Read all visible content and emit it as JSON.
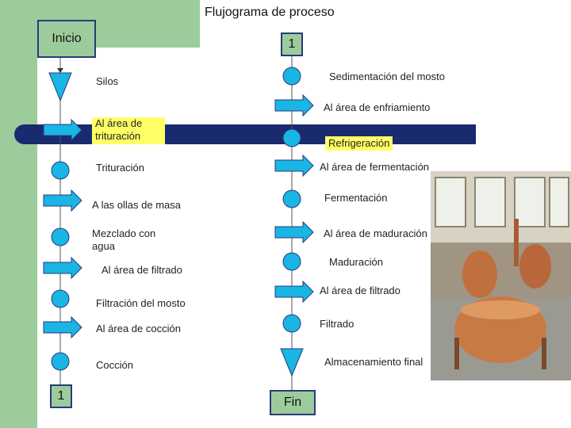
{
  "title": "Flujograma de proceso",
  "start_label": "Inicio",
  "end_label": "Fin",
  "connector_left": "1",
  "connector_right": "1",
  "left_steps": [
    {
      "id": "silos",
      "label": "Silos",
      "shape": "inverted-triangle"
    },
    {
      "id": "a-trituracion",
      "label": "Al área de trituración",
      "shape": "arrow"
    },
    {
      "id": "trituracion",
      "label": "Trituración",
      "shape": "circle"
    },
    {
      "id": "a-ollas",
      "label": "A las ollas de masa",
      "shape": "arrow"
    },
    {
      "id": "mezclado",
      "label": "Mezclado con agua",
      "shape": "circle"
    },
    {
      "id": "a-filtrado",
      "label": "Al área de filtrado",
      "shape": "arrow"
    },
    {
      "id": "filtracion",
      "label": "Filtración del mosto",
      "shape": "circle"
    },
    {
      "id": "a-coccion",
      "label": "Al área de cocción",
      "shape": "arrow"
    },
    {
      "id": "coccion",
      "label": "Cocción",
      "shape": "circle"
    }
  ],
  "right_steps": [
    {
      "id": "sedimentacion",
      "label": "Sedimentación del mosto",
      "shape": "circle"
    },
    {
      "id": "a-enfriamiento",
      "label": "Al área de enfriamiento",
      "shape": "arrow"
    },
    {
      "id": "refrigeracion",
      "label": "Refrigeración",
      "shape": "circle"
    },
    {
      "id": "a-fermentacion",
      "label": "Al área de fermentación",
      "shape": "arrow"
    },
    {
      "id": "fermentacion",
      "label": "Fermentación",
      "shape": "circle"
    },
    {
      "id": "a-maduracion",
      "label": "Al área de maduración",
      "shape": "arrow"
    },
    {
      "id": "maduracion",
      "label": "Maduración",
      "shape": "circle"
    },
    {
      "id": "a-filtrado-2",
      "label": "Al área de filtrado",
      "shape": "arrow"
    },
    {
      "id": "filtrado",
      "label": "Filtrado",
      "shape": "circle"
    },
    {
      "id": "almacenamiento",
      "label": "Almacenamiento final",
      "shape": "inverted-triangle"
    }
  ],
  "colors": {
    "shape_fill": "#19b5e5",
    "shape_stroke": "#2a3a7a",
    "panel": "#9ccc9c",
    "band": "#1a2a6e",
    "highlight": "#ffff66"
  }
}
